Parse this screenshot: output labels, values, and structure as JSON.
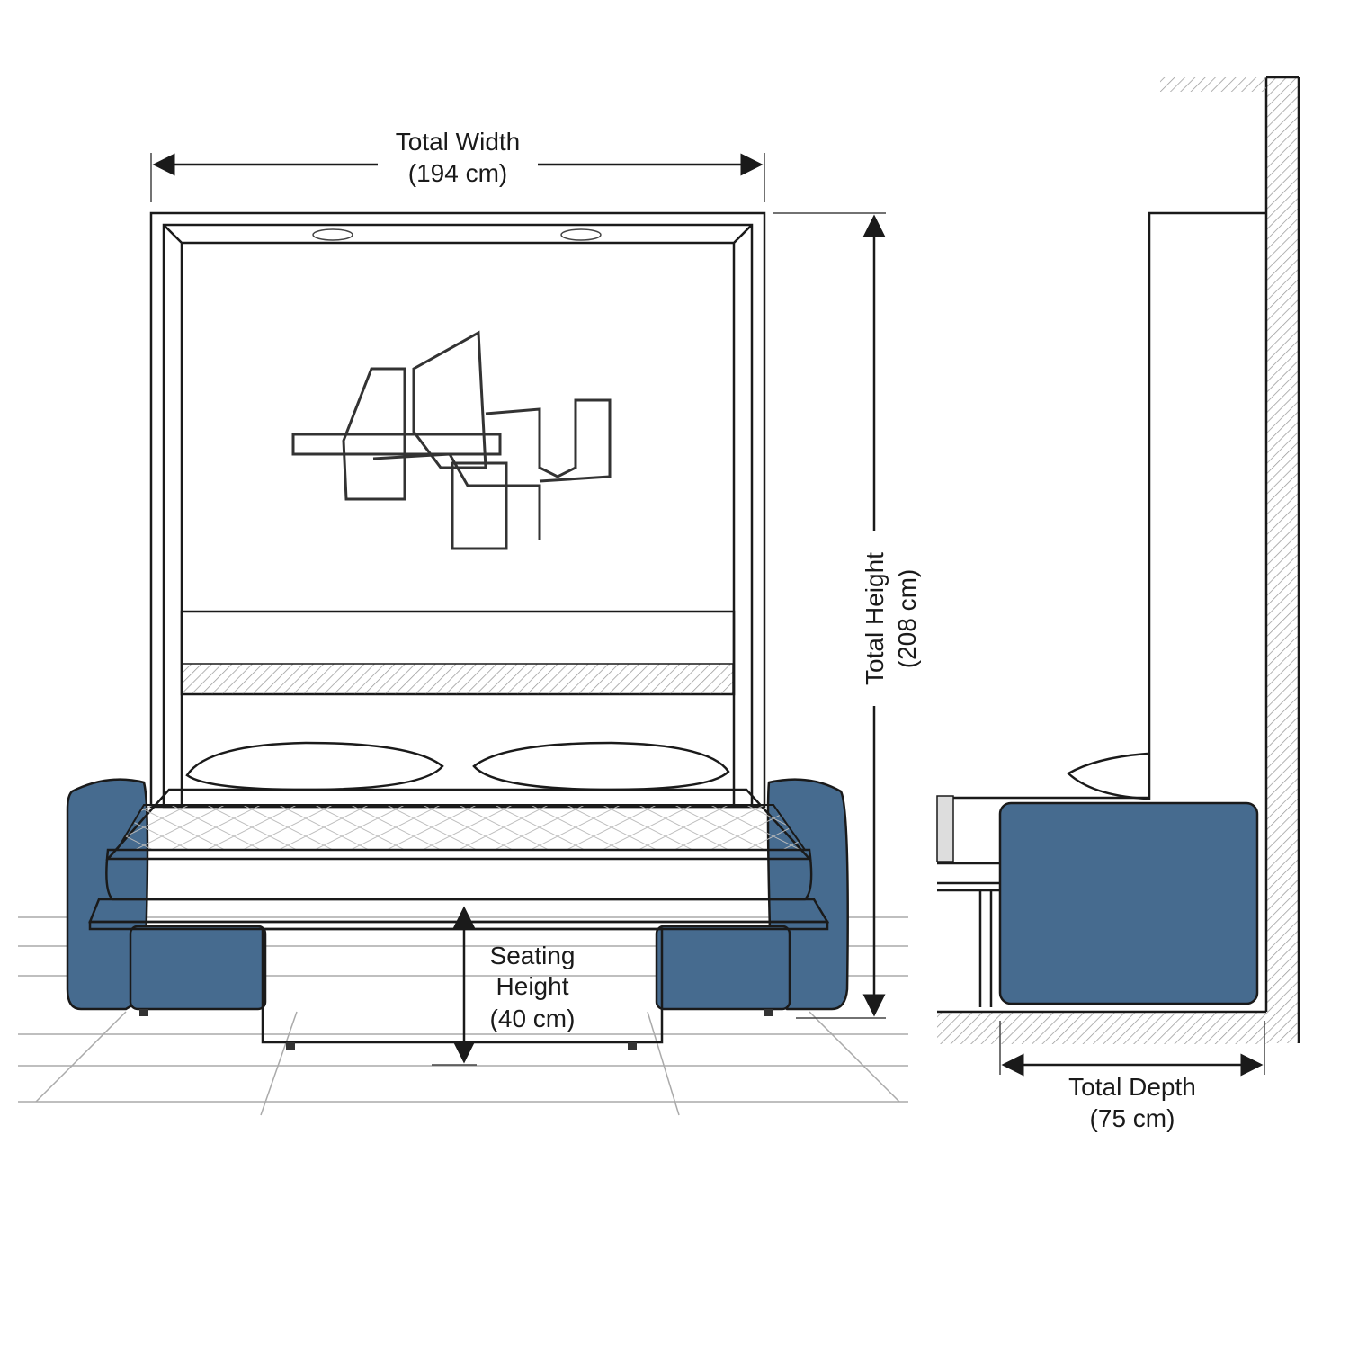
{
  "dimensions": {
    "width": {
      "title": "Total Width",
      "value": "(194 cm)"
    },
    "height": {
      "title": "Total Height",
      "value": "(208 cm)"
    },
    "seating": {
      "title_line1": "Seating",
      "title_line2": "Height",
      "value": "(40 cm)"
    },
    "depth": {
      "title": "Total Depth",
      "value": "(75 cm)"
    }
  },
  "colors": {
    "sofa": "#466b8f",
    "line": "#1a1a1a"
  }
}
